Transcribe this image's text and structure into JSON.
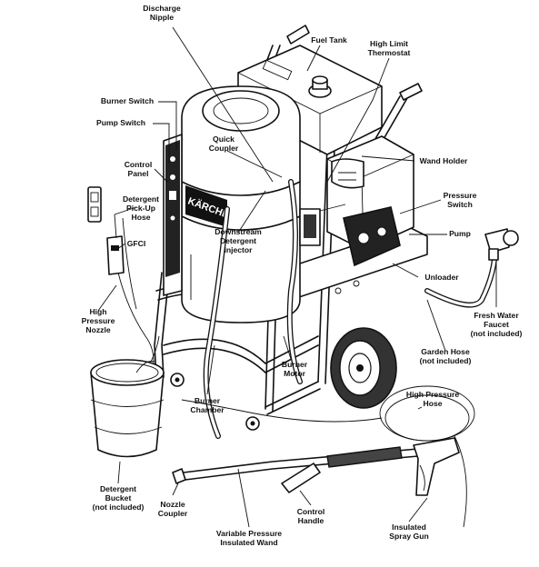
{
  "brand": "KÄRCHER",
  "labels": {
    "discharge_nipple": [
      "Discharge",
      "Nipple"
    ],
    "fuel_tank": [
      "Fuel Tank"
    ],
    "high_limit_thermostat": [
      "High Limit",
      "Thermostat"
    ],
    "burner_switch": [
      "Burner Switch"
    ],
    "pump_switch": [
      "Pump Switch"
    ],
    "quick_coupler": [
      "Quick",
      "Coupler"
    ],
    "wand_holder": [
      "Wand Holder"
    ],
    "control_panel": [
      "Control",
      "Panel"
    ],
    "detergent_pickup_hose": [
      "Detergent",
      "Pick-Up",
      "Hose"
    ],
    "pressure_switch": [
      "Pressure",
      "Switch"
    ],
    "downstream_detergent_injector": [
      "Downstream",
      "Detergent",
      "Injector"
    ],
    "pump": [
      "Pump"
    ],
    "gfci": [
      "GFCI"
    ],
    "unloader": [
      "Unloader"
    ],
    "high_pressure_nozzle": [
      "High",
      "Pressure",
      "Nozzle"
    ],
    "fresh_water_faucet": [
      "Fresh Water",
      "Faucet",
      "(not included)"
    ],
    "garden_hose": [
      "Garden Hose",
      "(not included)"
    ],
    "burner_motor": [
      "Burner",
      "Motor"
    ],
    "high_pressure_hose": [
      "High Pressure",
      "Hose"
    ],
    "burner_chamber": [
      "Burner",
      "Chamber"
    ],
    "detergent_bucket": [
      "Detergent",
      "Bucket",
      "(not included)"
    ],
    "nozzle_coupler": [
      "Nozzle",
      "Coupler"
    ],
    "control_handle": [
      "Control",
      "Handle"
    ],
    "insulated_spray_gun": [
      "Insulated",
      "Spray Gun"
    ],
    "variable_pressure_wand": [
      "Variable Pressure",
      "Insulated Wand"
    ]
  }
}
